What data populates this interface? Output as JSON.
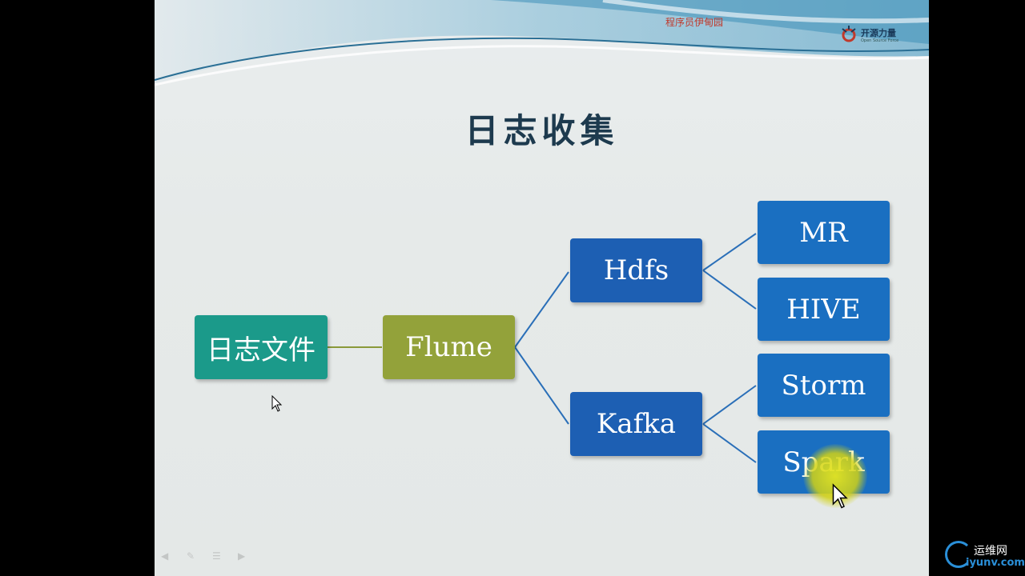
{
  "watermark": "程序员伊甸园",
  "brand": {
    "name": "开源力量",
    "subtitle": "Open Source Force"
  },
  "title": "日志收集",
  "nodes": {
    "logfile": "日志文件",
    "flume": "Flume",
    "hdfs": "Hdfs",
    "kafka": "Kafka",
    "mr": "MR",
    "hive": "HIVE",
    "storm": "Storm",
    "spark": "Spark"
  },
  "site": {
    "name": "运维网",
    "url": "iyunv.com"
  },
  "colors": {
    "source": "#1b9a8a",
    "collector": "#93a23a",
    "storage": "#1d5fb3",
    "compute": "#1a6fc1",
    "connector_green": "#8a9a3a",
    "connector_blue": "#2a6fb8",
    "title": "#1d3a4e"
  }
}
